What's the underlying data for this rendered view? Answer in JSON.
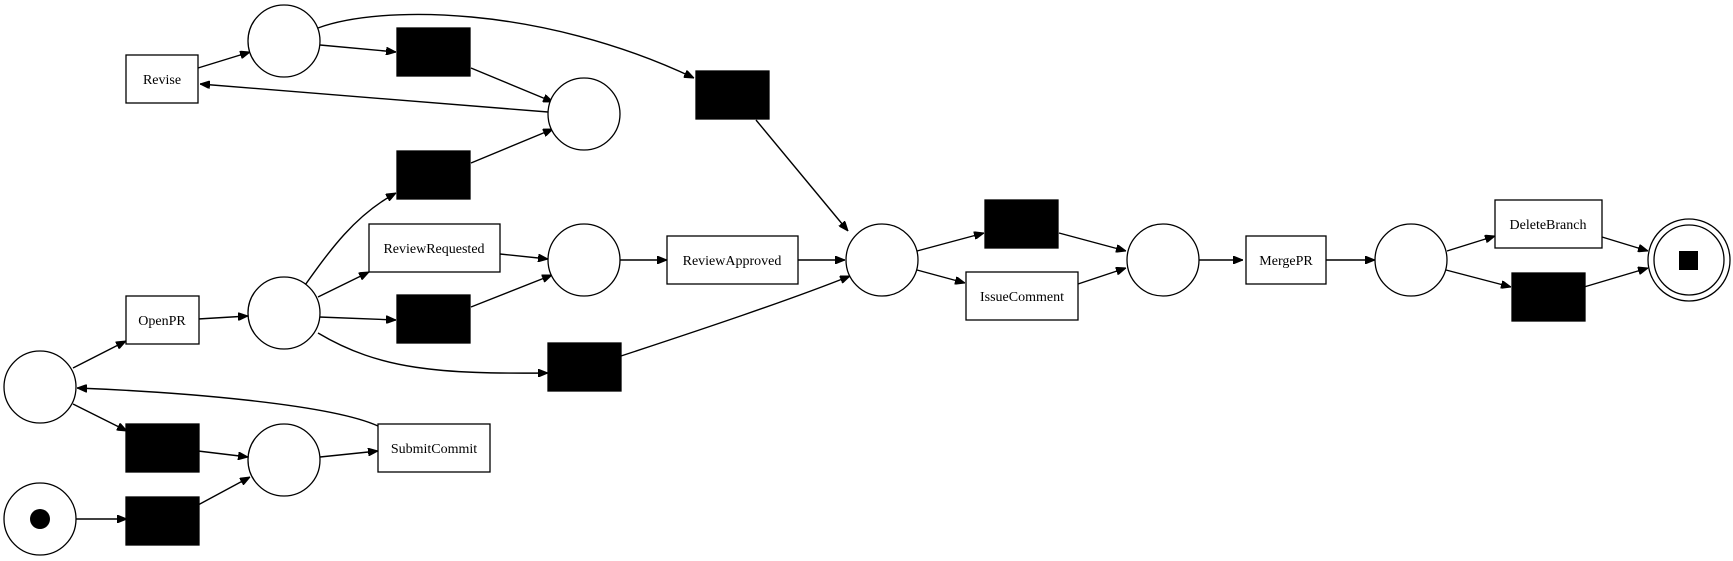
{
  "diagram": {
    "transitions": {
      "revise": "Revise",
      "open_pr": "OpenPR",
      "review_requested": "ReviewRequested",
      "review_approved": "ReviewApproved",
      "issue_comment": "IssueComment",
      "merge_pr": "MergePR",
      "delete_branch": "DeleteBranch",
      "submit_commit": "SubmitCommit"
    },
    "colors": {
      "stroke": "#000000",
      "fill": "#ffffff",
      "silent_transition": "#000000"
    }
  }
}
